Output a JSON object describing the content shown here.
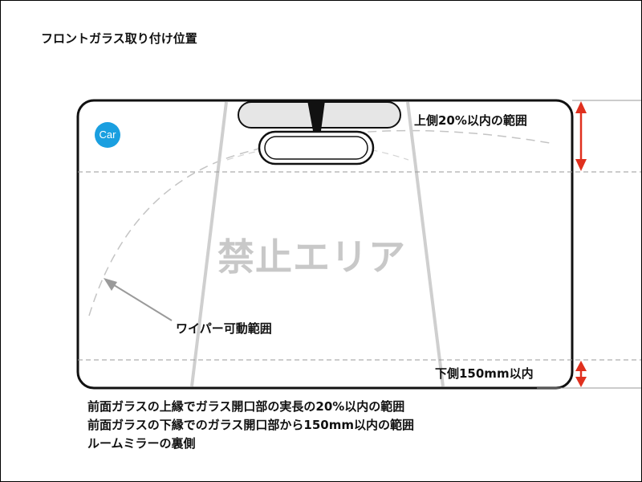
{
  "page": {
    "title": "フロントガラス取り付け位置"
  },
  "diagram": {
    "logo_text": "Car",
    "top_range_label": "上側20%以内の範囲",
    "bottom_range_label": "下側150mm以内",
    "forbidden_area_label": "禁止エリア",
    "wiper_range_label": "ワイパー可動範囲"
  },
  "notes": [
    "前面ガラスの上縁でガラス開口部の実長の20%以内の範囲",
    "前面ガラスの下縁でのガラス開口部から150mm以内の範囲",
    "ルームミラーの裏側"
  ],
  "colors": {
    "outline": "#111111",
    "pillar": "#cfcfcf",
    "dashed_guide": "#9a9a9a",
    "wiper_arc": "#c4c4c4",
    "arrow_red": "#e0301e",
    "forbidden_text": "#c8c8c8",
    "badge_blue": "#1a9fe0",
    "mirror_fill": "#e6e6e6"
  }
}
